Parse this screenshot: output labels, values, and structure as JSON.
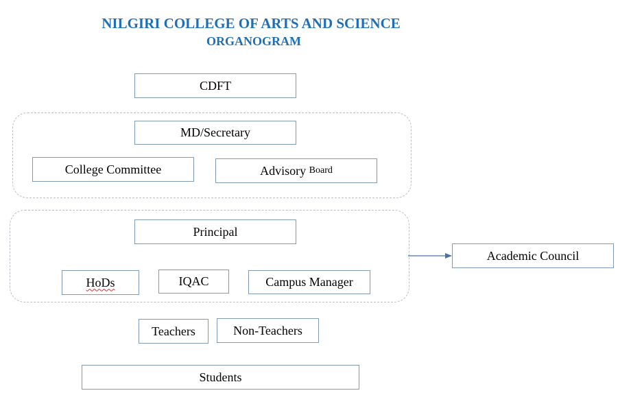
{
  "header": {
    "title": "NILGIRI COLLEGE OF ARTS AND SCIENCE",
    "subtitle": "ORGANOGRAM"
  },
  "nodes": {
    "cdft": "CDFT",
    "md_secretary": "MD/Secretary",
    "college_committee": "College Committee",
    "advisory": "Advisory",
    "advisory_suffix": "Board",
    "principal": "Principal",
    "hods": "HoDs",
    "iqac": "IQAC",
    "campus_manager": "Campus Manager",
    "academic_council": "Academic Council",
    "teachers": "Teachers",
    "non_teachers": "Non-Teachers",
    "students": "Students"
  },
  "colors": {
    "title": "#1f6fb8",
    "box_border": "#7f9bb8",
    "group_border": "#b9bec6",
    "arrow": "#4a72a8",
    "spellcheck_underline": "#d0302a"
  }
}
